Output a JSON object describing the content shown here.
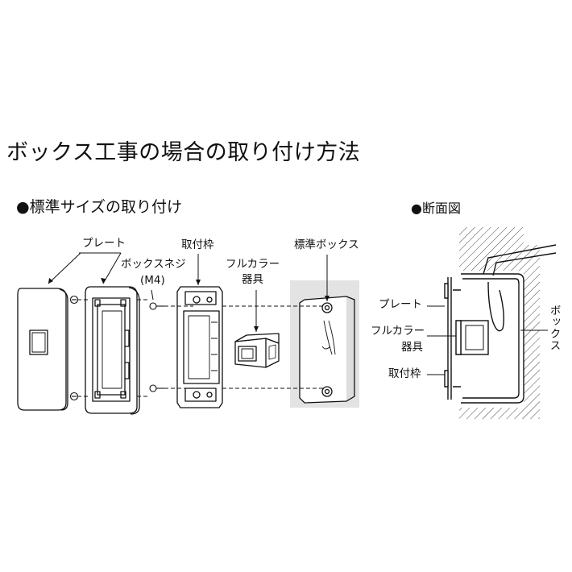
{
  "title": "ボックス工事の場合の取り付け方法",
  "section_standard": "●標準サイズの取り付け",
  "section_cross": "●断面図",
  "labels": {
    "plate": "プレート",
    "box_screw": "ボックスネジ",
    "box_screw_spec": "(M4)",
    "mount_frame": "取付枠",
    "device_line1": "フルカラー",
    "device_line2": "器具",
    "standard_box": "標準ボックス"
  },
  "cross_labels": {
    "plate": "プレート",
    "device_line1": "フルカラー",
    "device_line2": "器具",
    "mount_frame": "取付枠",
    "box": "ボックス"
  }
}
